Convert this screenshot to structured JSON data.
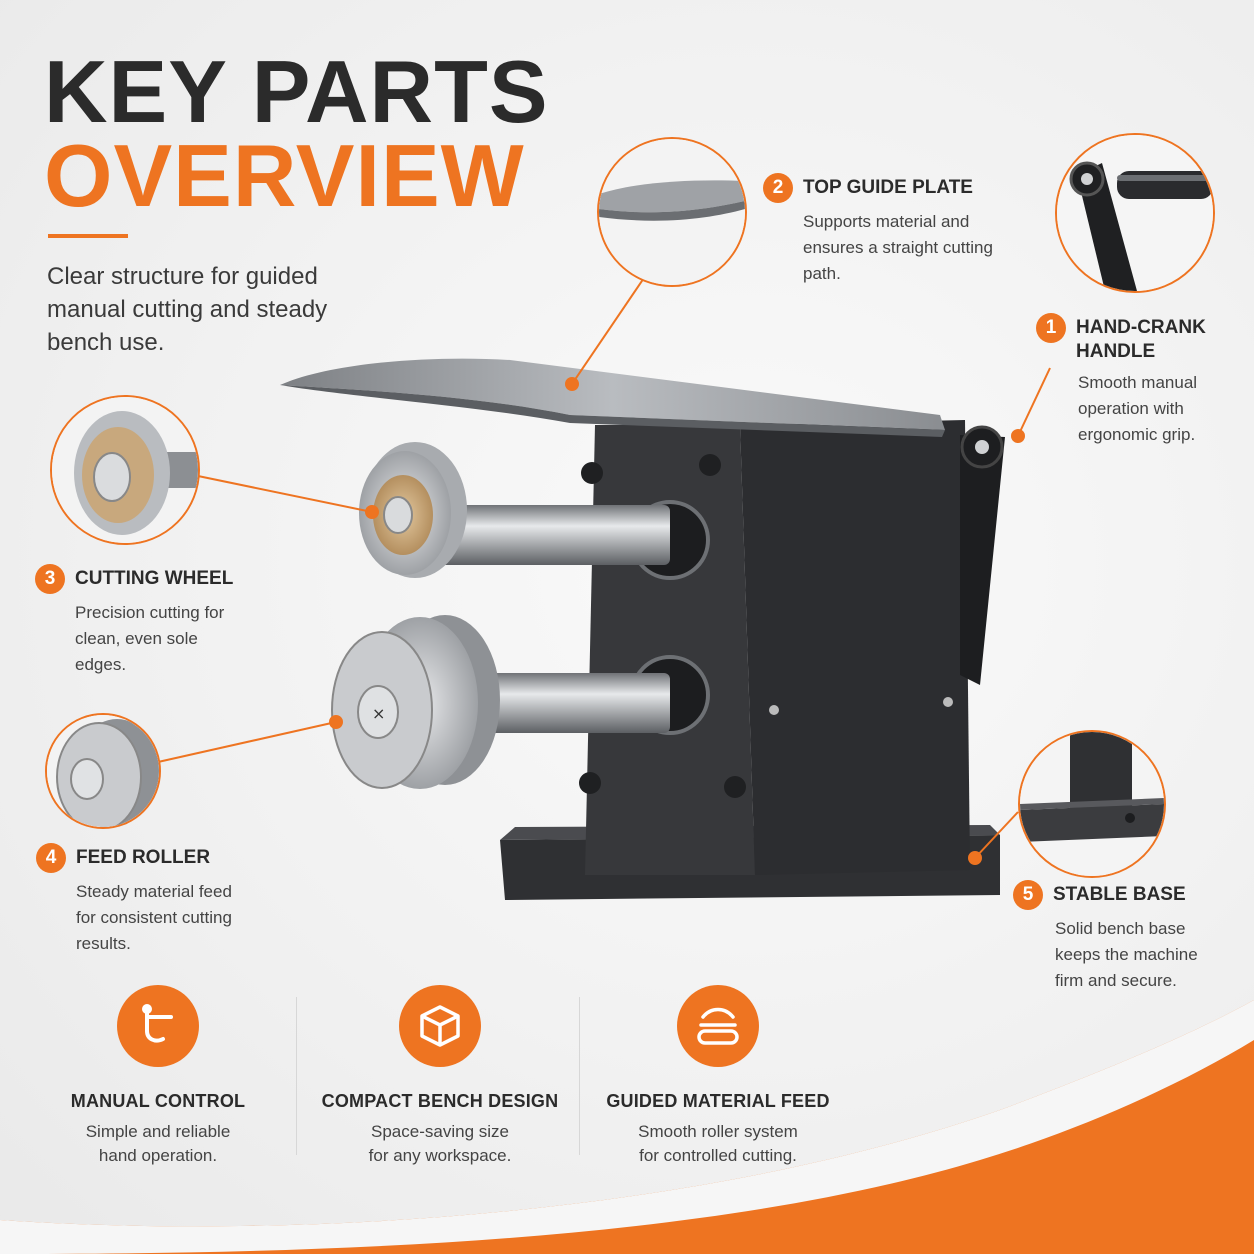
{
  "header": {
    "title_line1": "KEY PARTS",
    "title_line2": "OVERVIEW",
    "intro": "Clear structure for guided manual cutting and steady bench use."
  },
  "parts": [
    {
      "number": "1",
      "name": "HAND-CRANK HANDLE",
      "description": "Smooth manual operation with ergonomic grip."
    },
    {
      "number": "2",
      "name": "TOP GUIDE PLATE",
      "description": "Supports material and ensures a straight cutting path."
    },
    {
      "number": "3",
      "name": "CUTTING WHEEL",
      "description": "Precision cutting for clean, even sole edges."
    },
    {
      "number": "4",
      "name": "FEED ROLLER",
      "description": "Steady material feed for consistent cutting results."
    },
    {
      "number": "5",
      "name": "STABLE BASE",
      "description": "Solid bench base keeps the machine firm and secure."
    }
  ],
  "features": [
    {
      "icon": "hand-crank-icon",
      "name": "MANUAL CONTROL",
      "description": "Simple and reliable hand operation."
    },
    {
      "icon": "box-icon",
      "name": "COMPACT BENCH DESIGN",
      "description": "Space-saving size for any workspace."
    },
    {
      "icon": "roller-feed-icon",
      "name": "GUIDED MATERIAL FEED",
      "description": "Smooth roller system for controlled cutting."
    }
  ],
  "colors": {
    "accent": "#ee7421",
    "dark": "#2b2b2b",
    "machine": "#3a3b3e"
  }
}
